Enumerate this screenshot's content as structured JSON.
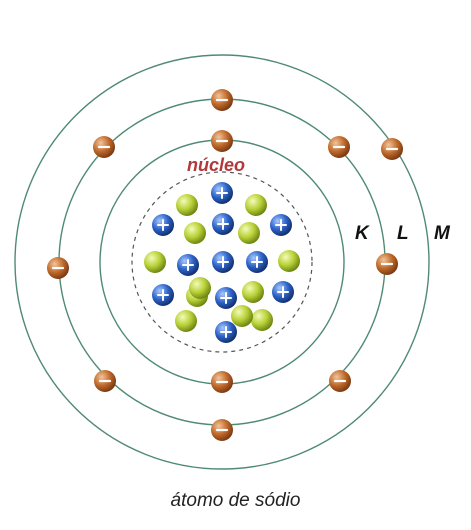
{
  "nucleus_label": "núcleo",
  "shell_labels": [
    "K",
    "L",
    "M"
  ],
  "caption": "átomo de sódio",
  "composition": {
    "protons": 11,
    "neutrons": 12,
    "electrons": 11,
    "electrons_per_shell": [
      2,
      8,
      1
    ]
  },
  "particles": {
    "proton": {
      "icon": "plus-icon",
      "color": "#2d63c8"
    },
    "neutron": {
      "color": "#b7d036"
    },
    "electron": {
      "icon": "minus-icon",
      "color": "#c06a2c"
    }
  },
  "colors": {
    "orbit": "#4f8a72",
    "nucleus_boundary": "#555555",
    "nucleus_label": "#b03a3a"
  }
}
